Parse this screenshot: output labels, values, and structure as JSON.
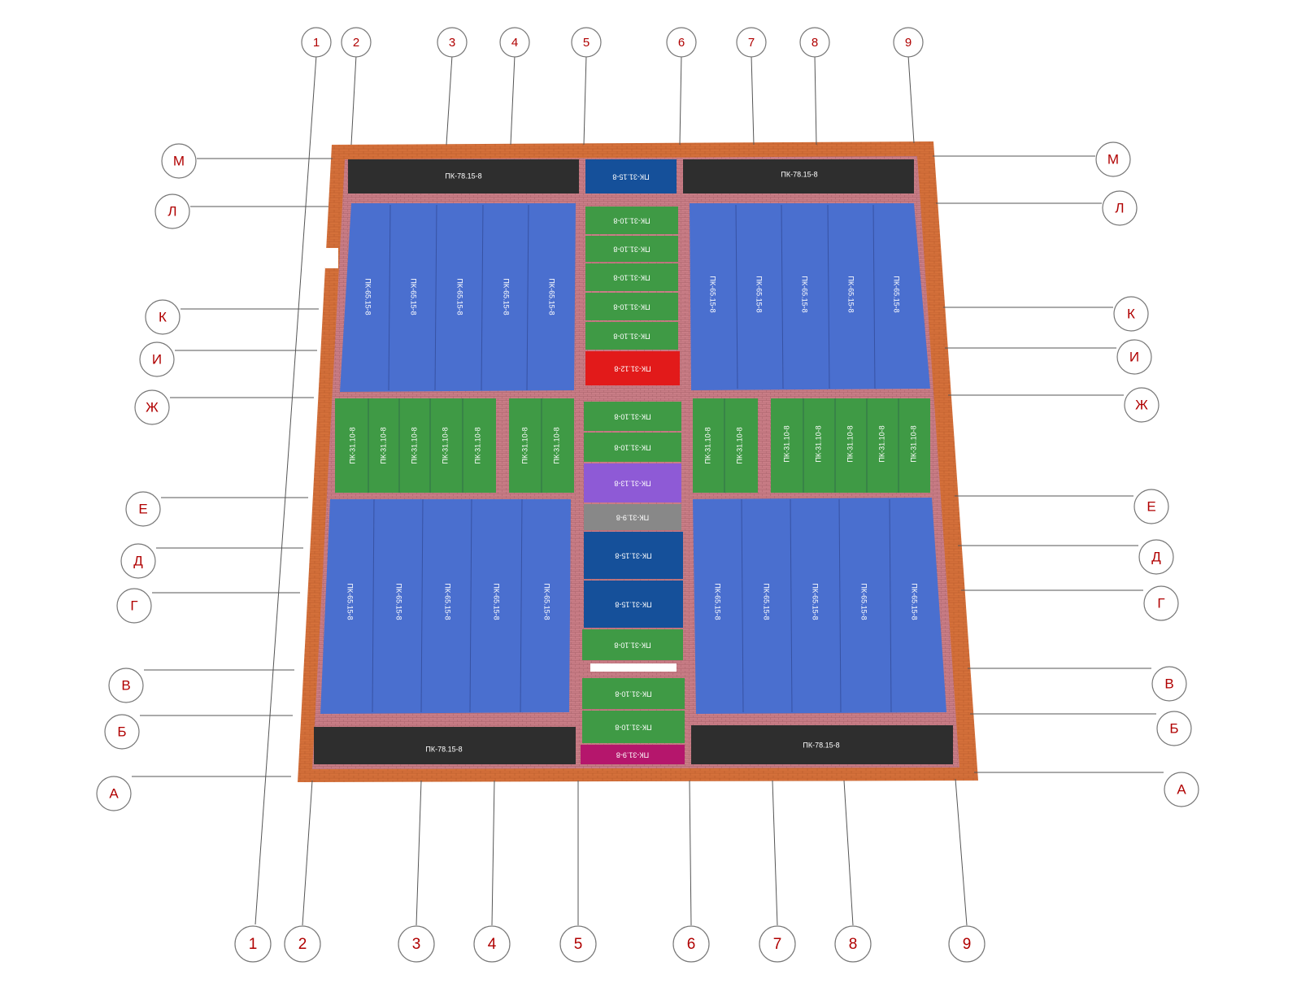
{
  "axes": {
    "numbers": [
      "1",
      "2",
      "3",
      "4",
      "5",
      "6",
      "7",
      "8",
      "9"
    ],
    "letters": [
      "М",
      "Л",
      "К",
      "И",
      "Ж",
      "Е",
      "Д",
      "Г",
      "В",
      "Б",
      "А"
    ]
  },
  "slabs": {
    "pk_78_15_8": "ПК-78.15-8",
    "pk_65_15_8": "ПК-65.15-8",
    "pk_31_15_8": "ПК-31.15-8",
    "pk_31_10_8": "ПК-31.10-8",
    "pk_31_12_8": "ПК-31.12-8",
    "pk_31_13_8": "ПК-31.13-8",
    "pk_31_9_8": "ПК-31.9-8"
  },
  "colors": {
    "brick": "#d4703a",
    "mortar": "#c97d86",
    "pk_78": "#2e2e2e",
    "pk_65": "#4a6fcf",
    "pk_31_15": "#15509a",
    "pk_31_10": "#3f9a45",
    "pk_31_12": "#e21a1a",
    "pk_31_13": "#8e5ad6",
    "pk_31_9_grey": "#888888",
    "pk_31_9_magenta": "#b5166c",
    "axis": "#b00000"
  }
}
